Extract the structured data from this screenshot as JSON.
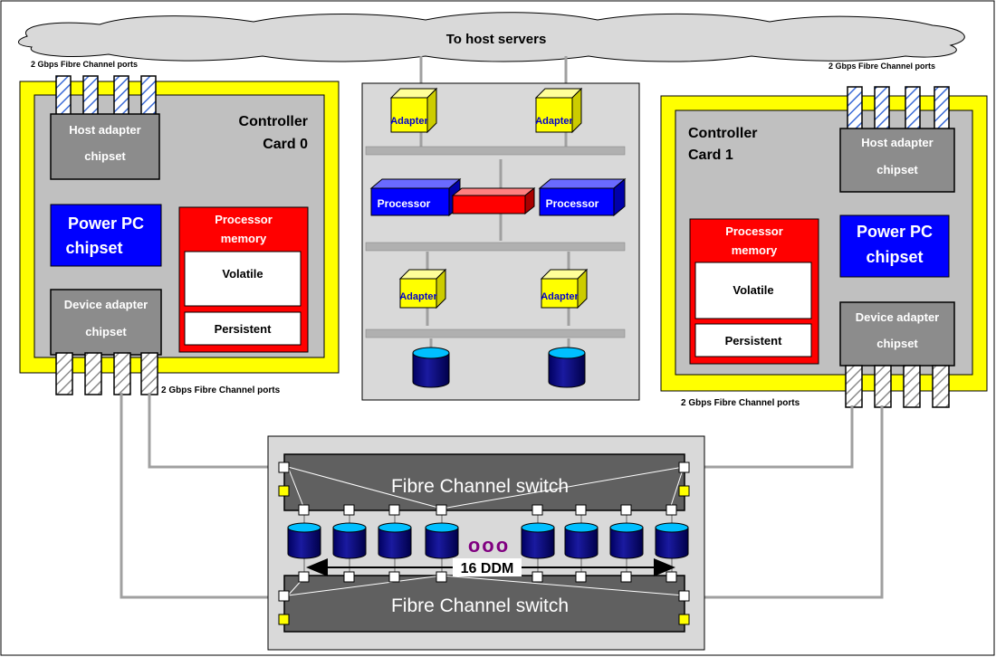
{
  "cloud": {
    "label": "To host servers"
  },
  "ports_label": "2 Gbps Fibre Channel ports",
  "card0": {
    "title_line1": "Controller",
    "title_line2": "Card 0",
    "host_adapter_line1": "Host adapter",
    "host_adapter_line2": "chipset",
    "power_pc_line1": "Power PC",
    "power_pc_line2": "chipset",
    "proc_mem_line1": "Processor",
    "proc_mem_line2": "memory",
    "volatile": "Volatile",
    "persistent": "Persistent",
    "device_adapter_line1": "Device adapter",
    "device_adapter_line2": "chipset"
  },
  "card1": {
    "title_line1": "Controller",
    "title_line2": "Card 1",
    "host_adapter_line1": "Host adapter",
    "host_adapter_line2": "chipset",
    "power_pc_line1": "Power PC",
    "power_pc_line2": "chipset",
    "proc_mem_line1": "Processor",
    "proc_mem_line2": "memory",
    "volatile": "Volatile",
    "persistent": "Persistent",
    "device_adapter_line1": "Device adapter",
    "device_adapter_line2": "chipset"
  },
  "center": {
    "adapter": "Adapter",
    "processor": "Processor"
  },
  "switch_box": {
    "switch_label": "Fibre Channel switch",
    "ellipsis": "ooo",
    "ddm_label": "16 DDM"
  },
  "colors": {
    "yellow": "#ffff00",
    "gray": "#c0c0c0",
    "dark_gray": "#8c8c8c",
    "blue": "#0000ff",
    "red": "#ff0000",
    "navy": "#000080",
    "purple": "#800080"
  }
}
